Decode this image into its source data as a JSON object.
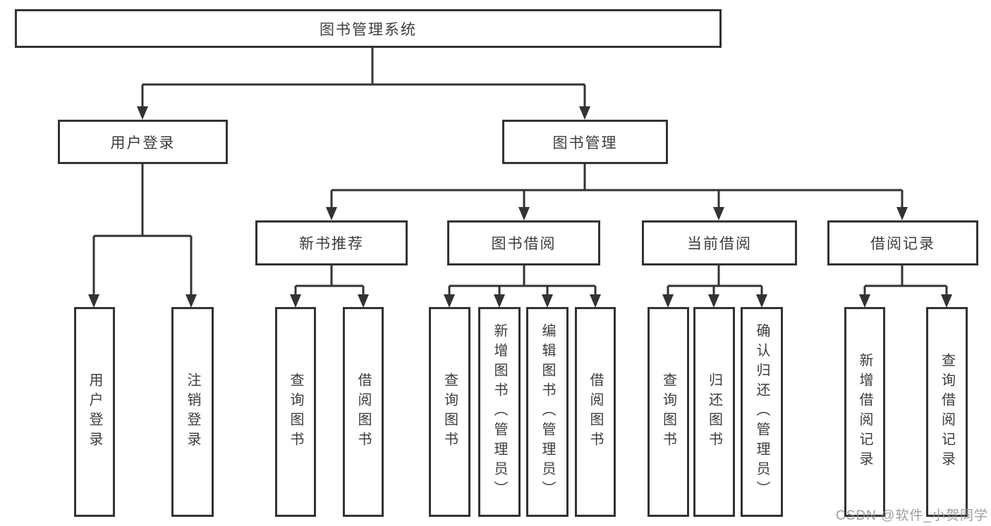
{
  "diagram": {
    "nodes": {
      "root": {
        "label": "图书管理系统"
      },
      "user_login": {
        "label": "用户登录"
      },
      "book_mgmt": {
        "label": "图书管理"
      },
      "new_book_rec": {
        "label": "新书推荐"
      },
      "book_borrow": {
        "label": "图书借阅"
      },
      "current_borrow": {
        "label": "当前借阅"
      },
      "borrow_records": {
        "label": "借阅记录"
      },
      "leaf_user_login": {
        "label": "用户登录"
      },
      "leaf_logout": {
        "label": "注销登录"
      },
      "leaf_nbr_query_books": {
        "label": "查询图书"
      },
      "leaf_nbr_borrow_books": {
        "label": "借阅图书"
      },
      "leaf_bb_query_books": {
        "label": "查询图书"
      },
      "leaf_bb_add_books": {
        "label": "新增图书（管理员）"
      },
      "leaf_bb_edit_books": {
        "label": "编辑图书（管理员）"
      },
      "leaf_bb_borrow_books": {
        "label": "借阅图书"
      },
      "leaf_cb_query_books": {
        "label": "查询图书"
      },
      "leaf_cb_return_books": {
        "label": "归还图书"
      },
      "leaf_cb_confirm_return": {
        "label": "确认归还（管理员）"
      }
    },
    "nodes2": {
      "leaf_br_add_record": {
        "label": "新增借阅记录"
      },
      "leaf_br_query_record": {
        "label": "查询借阅记录"
      }
    },
    "colors": {
      "line": "#333333",
      "text": "#3d3d3d",
      "background": "#ffffff",
      "watermark": "#949494"
    },
    "watermark": "CSDN @软件_小贺同学"
  }
}
